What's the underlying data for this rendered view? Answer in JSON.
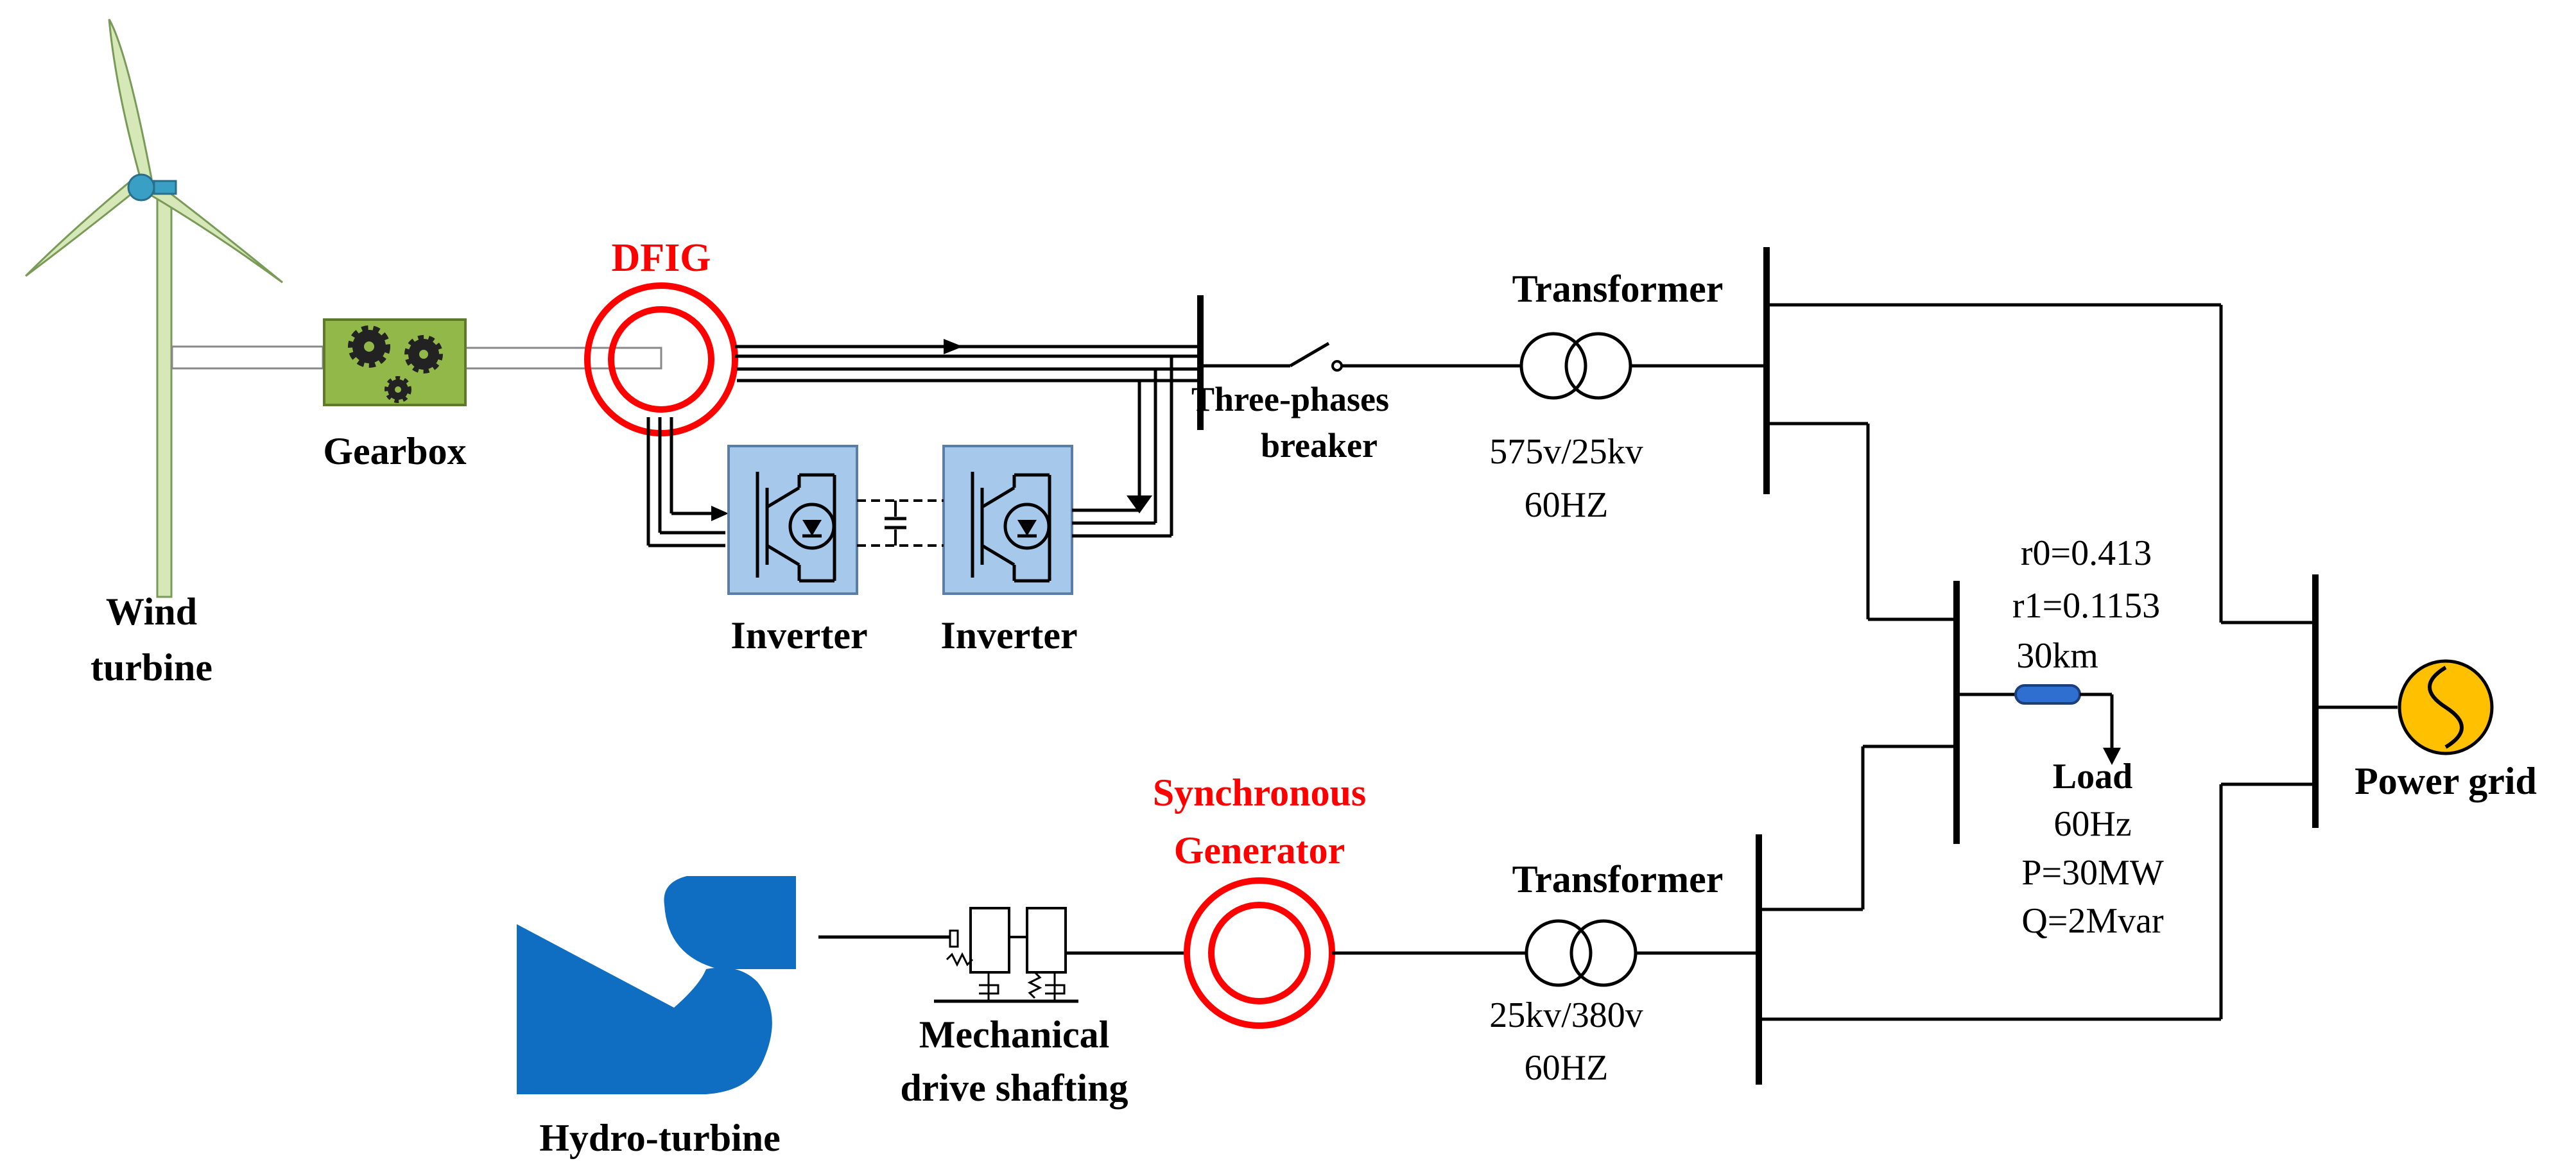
{
  "labels": {
    "wind_turbine_1": "Wind",
    "wind_turbine_2": "turbine",
    "gearbox": "Gearbox",
    "dfig": "DFIG",
    "inverter_1": "Inverter",
    "inverter_2": "Inverter",
    "breaker_1": "Three-phases",
    "breaker_2": "breaker",
    "transformer_top": "Transformer",
    "transformer_top_rating": "575v/25kv",
    "transformer_top_freq": "60HZ",
    "line_r0": "r0=0.413",
    "line_r1": "r1=0.1153",
    "line_length": "30km",
    "load_title": "Load",
    "load_freq": "60Hz",
    "load_p": "P=30MW",
    "load_q": "Q=2Mvar",
    "power_grid": "Power grid",
    "sync_gen_1": "Synchronous",
    "sync_gen_2": "Generator",
    "transformer_bottom": "Transformer",
    "transformer_bottom_rating": "25kv/380v",
    "transformer_bottom_freq": "60HZ",
    "shafting_1": "Mechanical",
    "shafting_2": "drive shafting",
    "hydro_turbine": "Hydro-turbine"
  },
  "colors": {
    "generator_ring": "#ff0000",
    "label_highlight": "#ff0000",
    "inverter_fill": "#a6c8ea",
    "gearbox_fill": "#92b84a",
    "turbine_blade": "#d6e8b8",
    "hydro_turbine": "#0f6ec2",
    "power_grid_fill": "#ffc000",
    "line_capsule": "#2f6fd0"
  },
  "icons": [
    "wind-turbine-icon",
    "gearbox-gears-icon",
    "dfig-generator-icon",
    "igbt-inverter-icon",
    "transformer-icon",
    "breaker-switch-icon",
    "grid-source-icon",
    "hydro-turbine-icon",
    "synchronous-generator-icon",
    "mechanical-shaft-icon"
  ]
}
